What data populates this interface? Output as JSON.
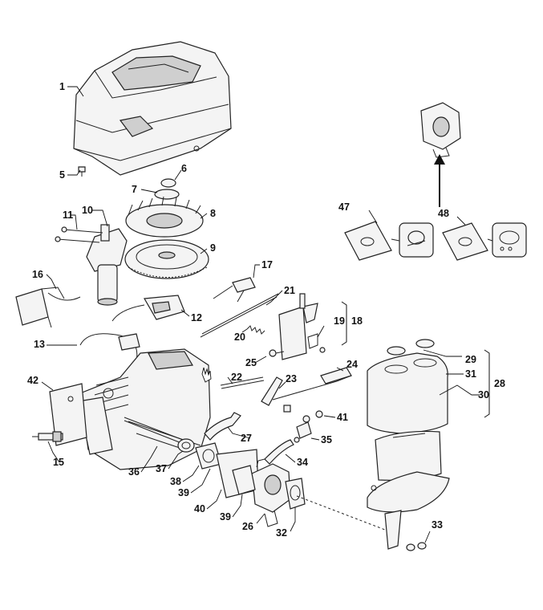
{
  "callouts": {
    "p1": "1",
    "p5": "5",
    "p6": "6",
    "p7": "7",
    "p8": "8",
    "p9": "9",
    "p10": "10",
    "p11": "11",
    "p12": "12",
    "p13": "13",
    "p15": "15",
    "p16": "16",
    "p17": "17",
    "p18": "18",
    "p19": "19",
    "p20": "20",
    "p21": "21",
    "p22": "22",
    "p23": "23",
    "p24": "24",
    "p25": "25",
    "p26": "26",
    "p27": "27",
    "p28": "28",
    "p29": "29",
    "p30": "30",
    "p31": "31",
    "p32": "32",
    "p33": "33",
    "p34": "34",
    "p35": "35",
    "p36": "36",
    "p37": "37",
    "p38": "38",
    "p39a": "39",
    "p39b": "39",
    "p40": "40",
    "p41": "41",
    "p42": "42",
    "p47": "47",
    "p48": "48"
  },
  "icons": {
    "arrow": "arrow-up-icon",
    "pointer": "hand-cursor-icon"
  }
}
